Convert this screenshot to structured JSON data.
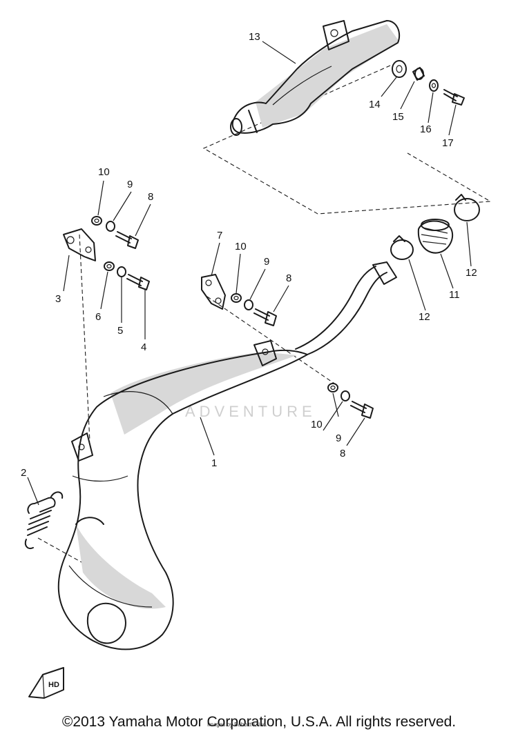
{
  "diagram": {
    "callouts": {
      "c1": "1",
      "c2": "2",
      "c3": "3",
      "c4": "4",
      "c5": "5",
      "c6": "6",
      "c7": "7",
      "c8a": "8",
      "c8b": "8",
      "c8c": "8",
      "c9a": "9",
      "c9b": "9",
      "c9c": "9",
      "c10a": "10",
      "c10b": "10",
      "c10c": "10",
      "c11": "11",
      "c12a": "12",
      "c12b": "12",
      "c13": "13",
      "c14": "14",
      "c15": "15",
      "c16": "16",
      "c17": "17"
    },
    "watermark": "ADVENTURE",
    "fine_print": "Images by Babbitt's, Inc.",
    "logo_text": "HD"
  },
  "footer": {
    "copyright": "©2013 Yamaha Motor Corporation, U.S.A. All rights reserved."
  },
  "colors": {
    "ink": "#1a1a1a",
    "shade": "#d8d8d8",
    "paper": "#ffffff"
  }
}
